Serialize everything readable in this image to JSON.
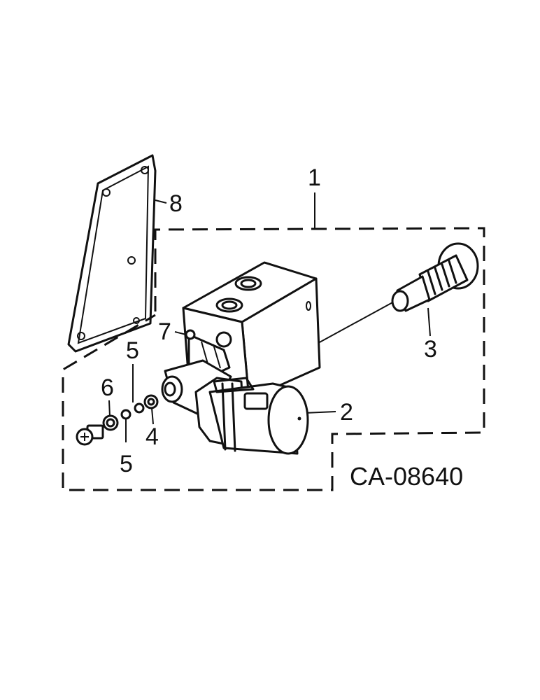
{
  "figure": {
    "identifier": "CA-08640",
    "callouts": {
      "c1": "1",
      "c2": "2",
      "c3": "3",
      "c4": "4",
      "c5a": "5",
      "c5b": "5",
      "c6": "6",
      "c7": "7",
      "c8": "8"
    }
  }
}
